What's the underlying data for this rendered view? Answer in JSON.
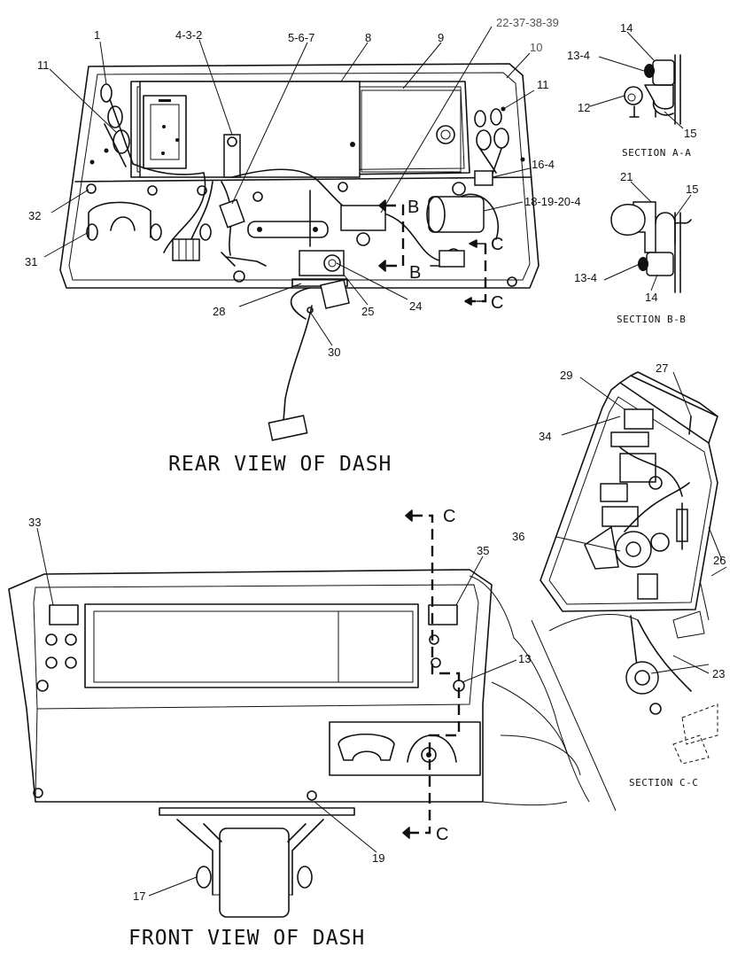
{
  "titles": {
    "rear_view": "REAR VIEW OF DASH",
    "front_view": "FRONT VIEW OF DASH"
  },
  "sections": {
    "a_a": "SECTION A-A",
    "b_b": "SECTION B-B",
    "c_c": "SECTION C-C"
  },
  "section_markers": {
    "b": "B",
    "c": "C"
  },
  "callouts": {
    "c1": "1",
    "c4_3_2": "4-3-2",
    "c5_6_7": "5-6-7",
    "c8": "8",
    "c9": "9",
    "c22_37_38_39": "22-37-38-39",
    "c10": "10",
    "c11_left": "11",
    "c11_right": "11",
    "c14_a": "14",
    "c13_4_a": "13-4",
    "c12": "12",
    "c15_a": "15",
    "c16_4": "16-4",
    "c21": "21",
    "c15_b": "15",
    "c18_19_20_4": "18-19-20-4",
    "c13_4_b": "13-4",
    "c14_b": "14",
    "c32": "32",
    "c31": "31",
    "c28": "28",
    "c25": "25",
    "c24": "24",
    "c30": "30",
    "c29": "29",
    "c27": "27",
    "c34": "34",
    "c36": "36",
    "c26": "26",
    "c23": "23",
    "c33": "33",
    "c35": "35",
    "c13_front": "13",
    "c19_front": "19",
    "c17": "17"
  }
}
